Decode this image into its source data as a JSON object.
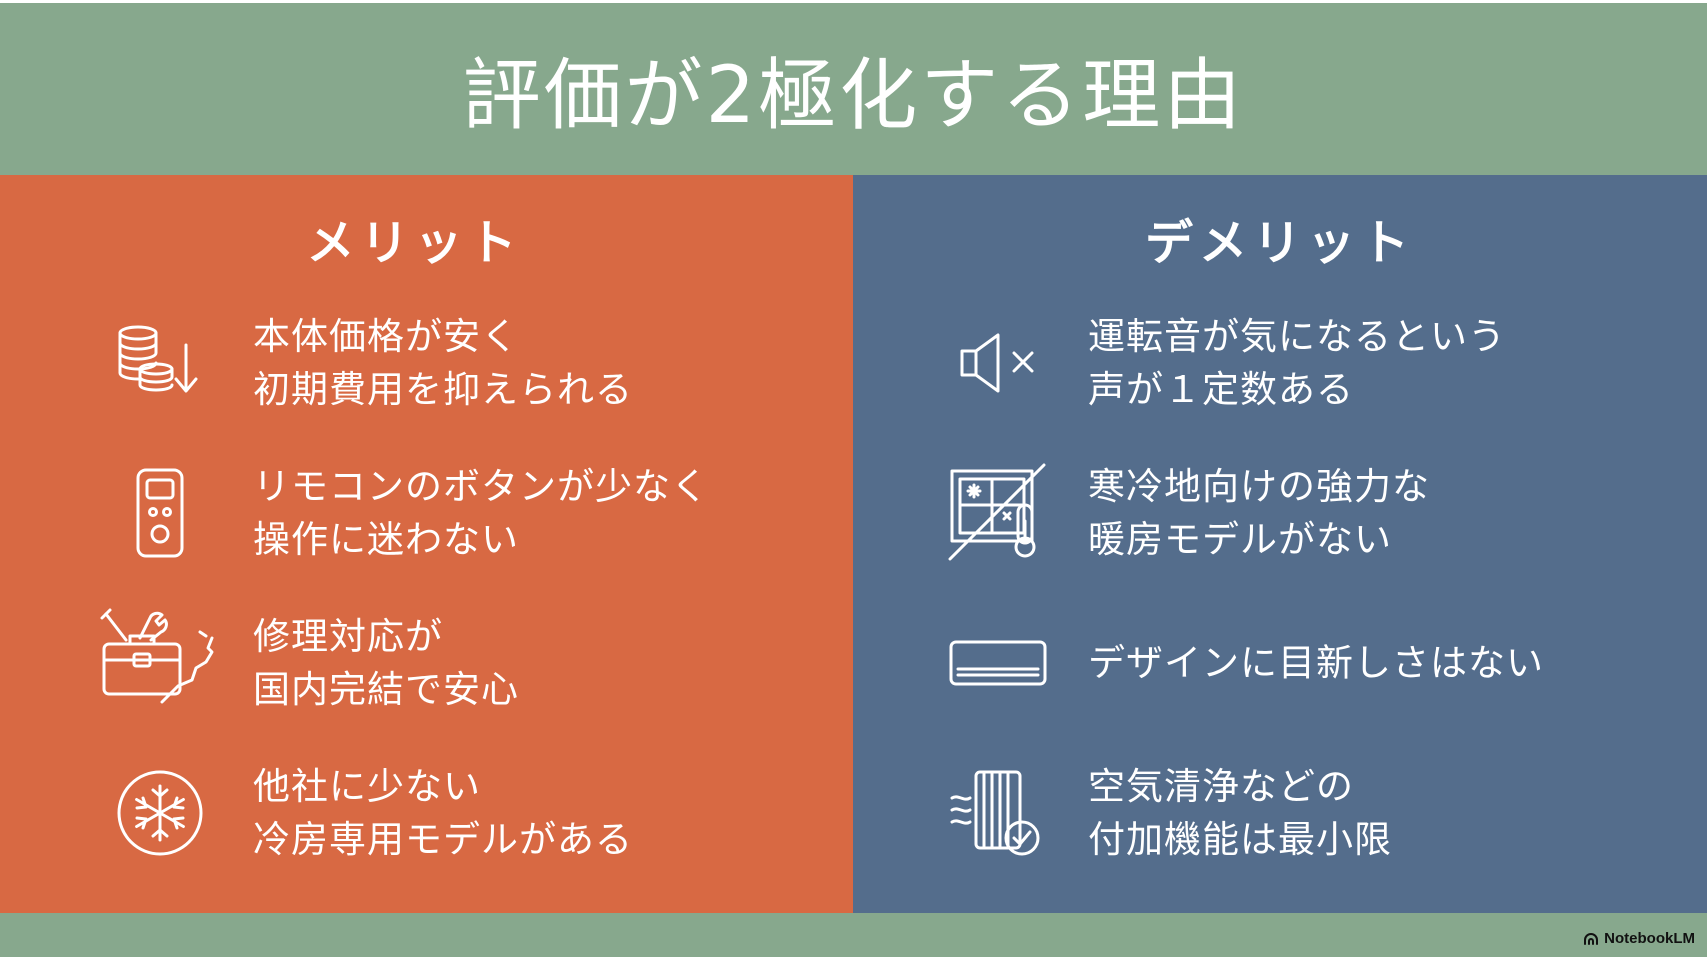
{
  "title": "評価が2極化する理由",
  "merit": {
    "heading": "メリット",
    "items": [
      {
        "icon": "coins-down-icon",
        "line1": "本体価格が安く",
        "line2": "初期費用を抑えられる"
      },
      {
        "icon": "remote-control-icon",
        "line1": "リモコンのボタンが少なく",
        "line2": "操作に迷わない"
      },
      {
        "icon": "toolbox-japan-icon",
        "line1": "修理対応が",
        "line2": "国内完結で安心"
      },
      {
        "icon": "snowflake-icon",
        "line1": "他社に少ない",
        "line2": "冷房専用モデルがある"
      }
    ]
  },
  "demerit": {
    "heading": "デメリット",
    "items": [
      {
        "icon": "speaker-mute-icon",
        "line1": "運転音が気になるという",
        "line2": "声が１定数ある"
      },
      {
        "icon": "cold-window-thermometer-icon",
        "line1": "寒冷地向けの強力な",
        "line2": "暖房モデルがない"
      },
      {
        "icon": "air-conditioner-icon",
        "line1": "デザインに目新しさはない",
        "line2": ""
      },
      {
        "icon": "air-filter-check-icon",
        "line1": "空気清浄などの",
        "line2": "付加機能は最小限"
      }
    ]
  },
  "brand": {
    "label": "NotebookLM",
    "icon": "notebooklm-logo-icon"
  },
  "colors": {
    "background": "#87a88d",
    "merit_panel": "#d86943",
    "demerit_panel": "#546d8c",
    "text": "#ffffff"
  }
}
